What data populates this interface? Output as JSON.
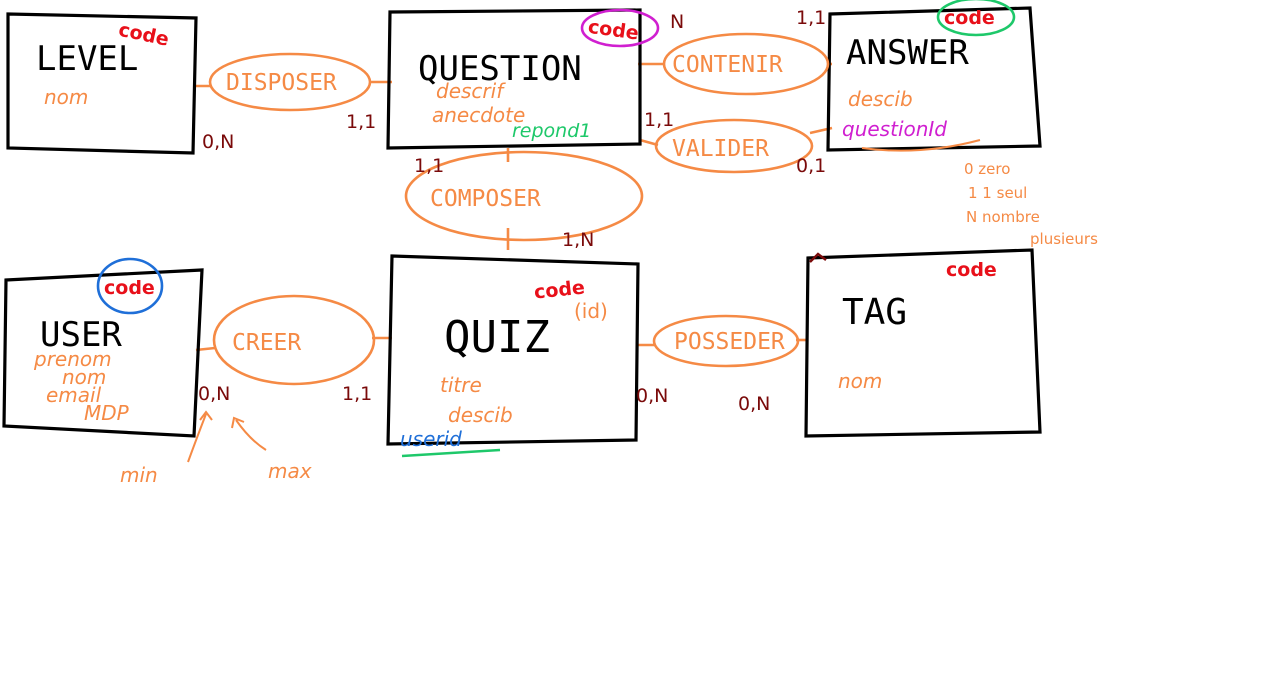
{
  "diagram": {
    "entities": {
      "level": {
        "name": "LEVEL",
        "key": "code",
        "attrs": [
          "nom"
        ]
      },
      "question": {
        "name": "QUESTION",
        "key": "code",
        "attrs": [
          "descrif",
          "anecdote"
        ],
        "extra": "repond1"
      },
      "answer": {
        "name": "ANSWER",
        "key": "code",
        "attrs": [
          "descib"
        ],
        "extra": "questionId"
      },
      "user": {
        "name": "USER",
        "key": "code",
        "attrs": [
          "prenom",
          "nom",
          "email",
          "MDP"
        ]
      },
      "quiz": {
        "name": "QUIZ",
        "key": "code",
        "key_note": "(id)",
        "attrs": [
          "titre",
          "descib"
        ],
        "extra": "userid"
      },
      "tag": {
        "name": "TAG",
        "key": "code",
        "attrs": [
          "nom"
        ]
      }
    },
    "associations": {
      "disposer": "DISPOSER",
      "contenir": "CONTENIR",
      "valider": "VALIDER",
      "composer": "COMPOSER",
      "creer": "CREER",
      "posseder": "POSSEDER"
    },
    "cardinalities": {
      "level_disposer": "0,N",
      "question_disposer": "1,1",
      "question_contenir": "N",
      "answer_contenir": "1,1",
      "question_valider": "1,1",
      "answer_valider": "0,1",
      "question_composer": "1,1",
      "quiz_composer": "1,N",
      "user_creer": "0,N",
      "quiz_creer": "1,1",
      "quiz_posseder": "0,N",
      "tag_posseder": "0,N"
    },
    "legend": {
      "zero": "0  zero",
      "one": "1  1 seul",
      "n_line1": "N  nombre",
      "n_line2": "plusieurs"
    },
    "minmax": {
      "min": "min",
      "max": "max"
    },
    "colors": {
      "entity_stroke": "#000000",
      "association": "#f58a45",
      "key": "#e8101a",
      "cardinality": "#7a0a0a",
      "key_circle_question": "#d01fd0",
      "key_circle_answer": "#1ec86a",
      "key_circle_user": "#1f6fd8",
      "fk_userid": "#1f6fd8",
      "fk_questionid": "#d01fd0",
      "fk_repond": "#1ec86a"
    }
  }
}
